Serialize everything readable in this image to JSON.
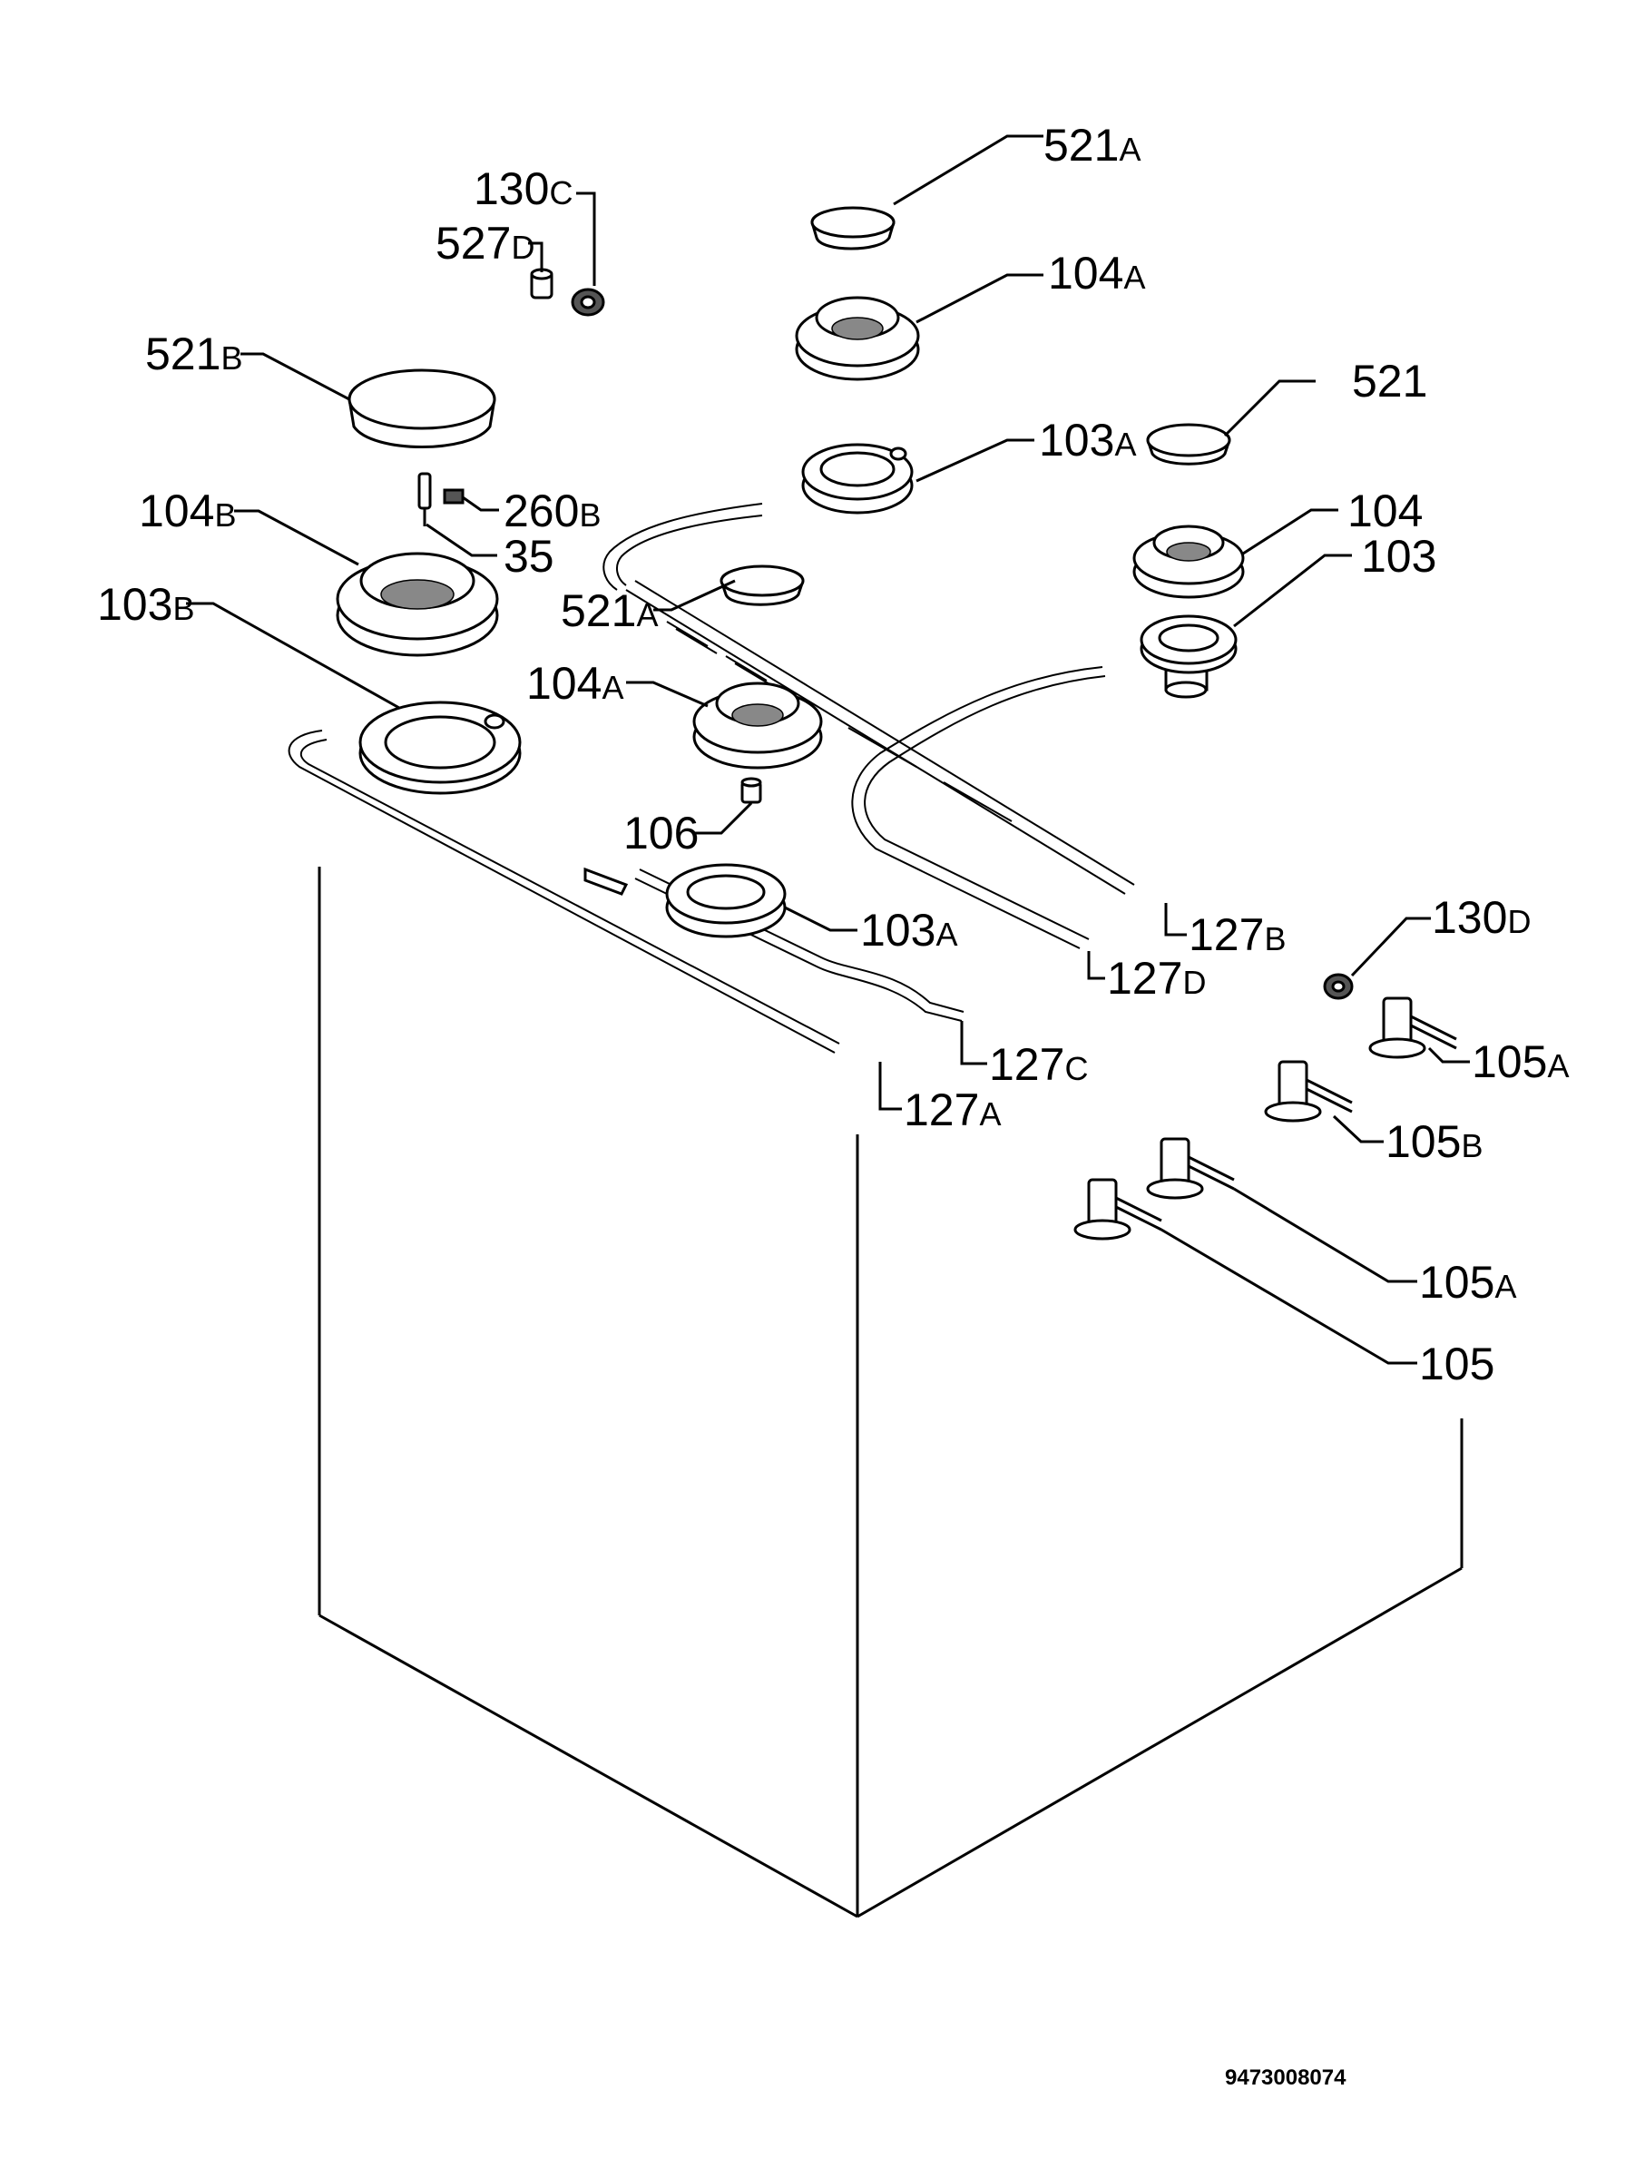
{
  "labels": {
    "l_521A_top": {
      "num": "521",
      "sfx": "A"
    },
    "l_130C": {
      "num": "130",
      "sfx": "C"
    },
    "l_527D": {
      "num": "527",
      "sfx": "D"
    },
    "l_104A_top": {
      "num": "104",
      "sfx": "A"
    },
    "l_521B": {
      "num": "521",
      "sfx": "B"
    },
    "l_521": {
      "num": "521",
      "sfx": ""
    },
    "l_103A_top": {
      "num": "103",
      "sfx": "A"
    },
    "l_260B": {
      "num": "260",
      "sfx": "B"
    },
    "l_104B": {
      "num": "104",
      "sfx": "B"
    },
    "l_104": {
      "num": "104",
      "sfx": ""
    },
    "l_35": {
      "num": "35",
      "sfx": ""
    },
    "l_103": {
      "num": "103",
      "sfx": ""
    },
    "l_521A_mid": {
      "num": "521",
      "sfx": "A"
    },
    "l_103B": {
      "num": "103",
      "sfx": "B"
    },
    "l_104A_mid": {
      "num": "104",
      "sfx": "A"
    },
    "l_106": {
      "num": "106",
      "sfx": ""
    },
    "l_103A_low": {
      "num": "103",
      "sfx": "A"
    },
    "l_127B": {
      "num": "127",
      "sfx": "B"
    },
    "l_130D": {
      "num": "130",
      "sfx": "D"
    },
    "l_127D": {
      "num": "127",
      "sfx": "D"
    },
    "l_105A_top": {
      "num": "105",
      "sfx": "A"
    },
    "l_127C": {
      "num": "127",
      "sfx": "C"
    },
    "l_127A": {
      "num": "127",
      "sfx": "A"
    },
    "l_105B": {
      "num": "105",
      "sfx": "B"
    },
    "l_105A_low": {
      "num": "105",
      "sfx": "A"
    },
    "l_105": {
      "num": "105",
      "sfx": ""
    }
  },
  "drawing_number": "9473008074"
}
